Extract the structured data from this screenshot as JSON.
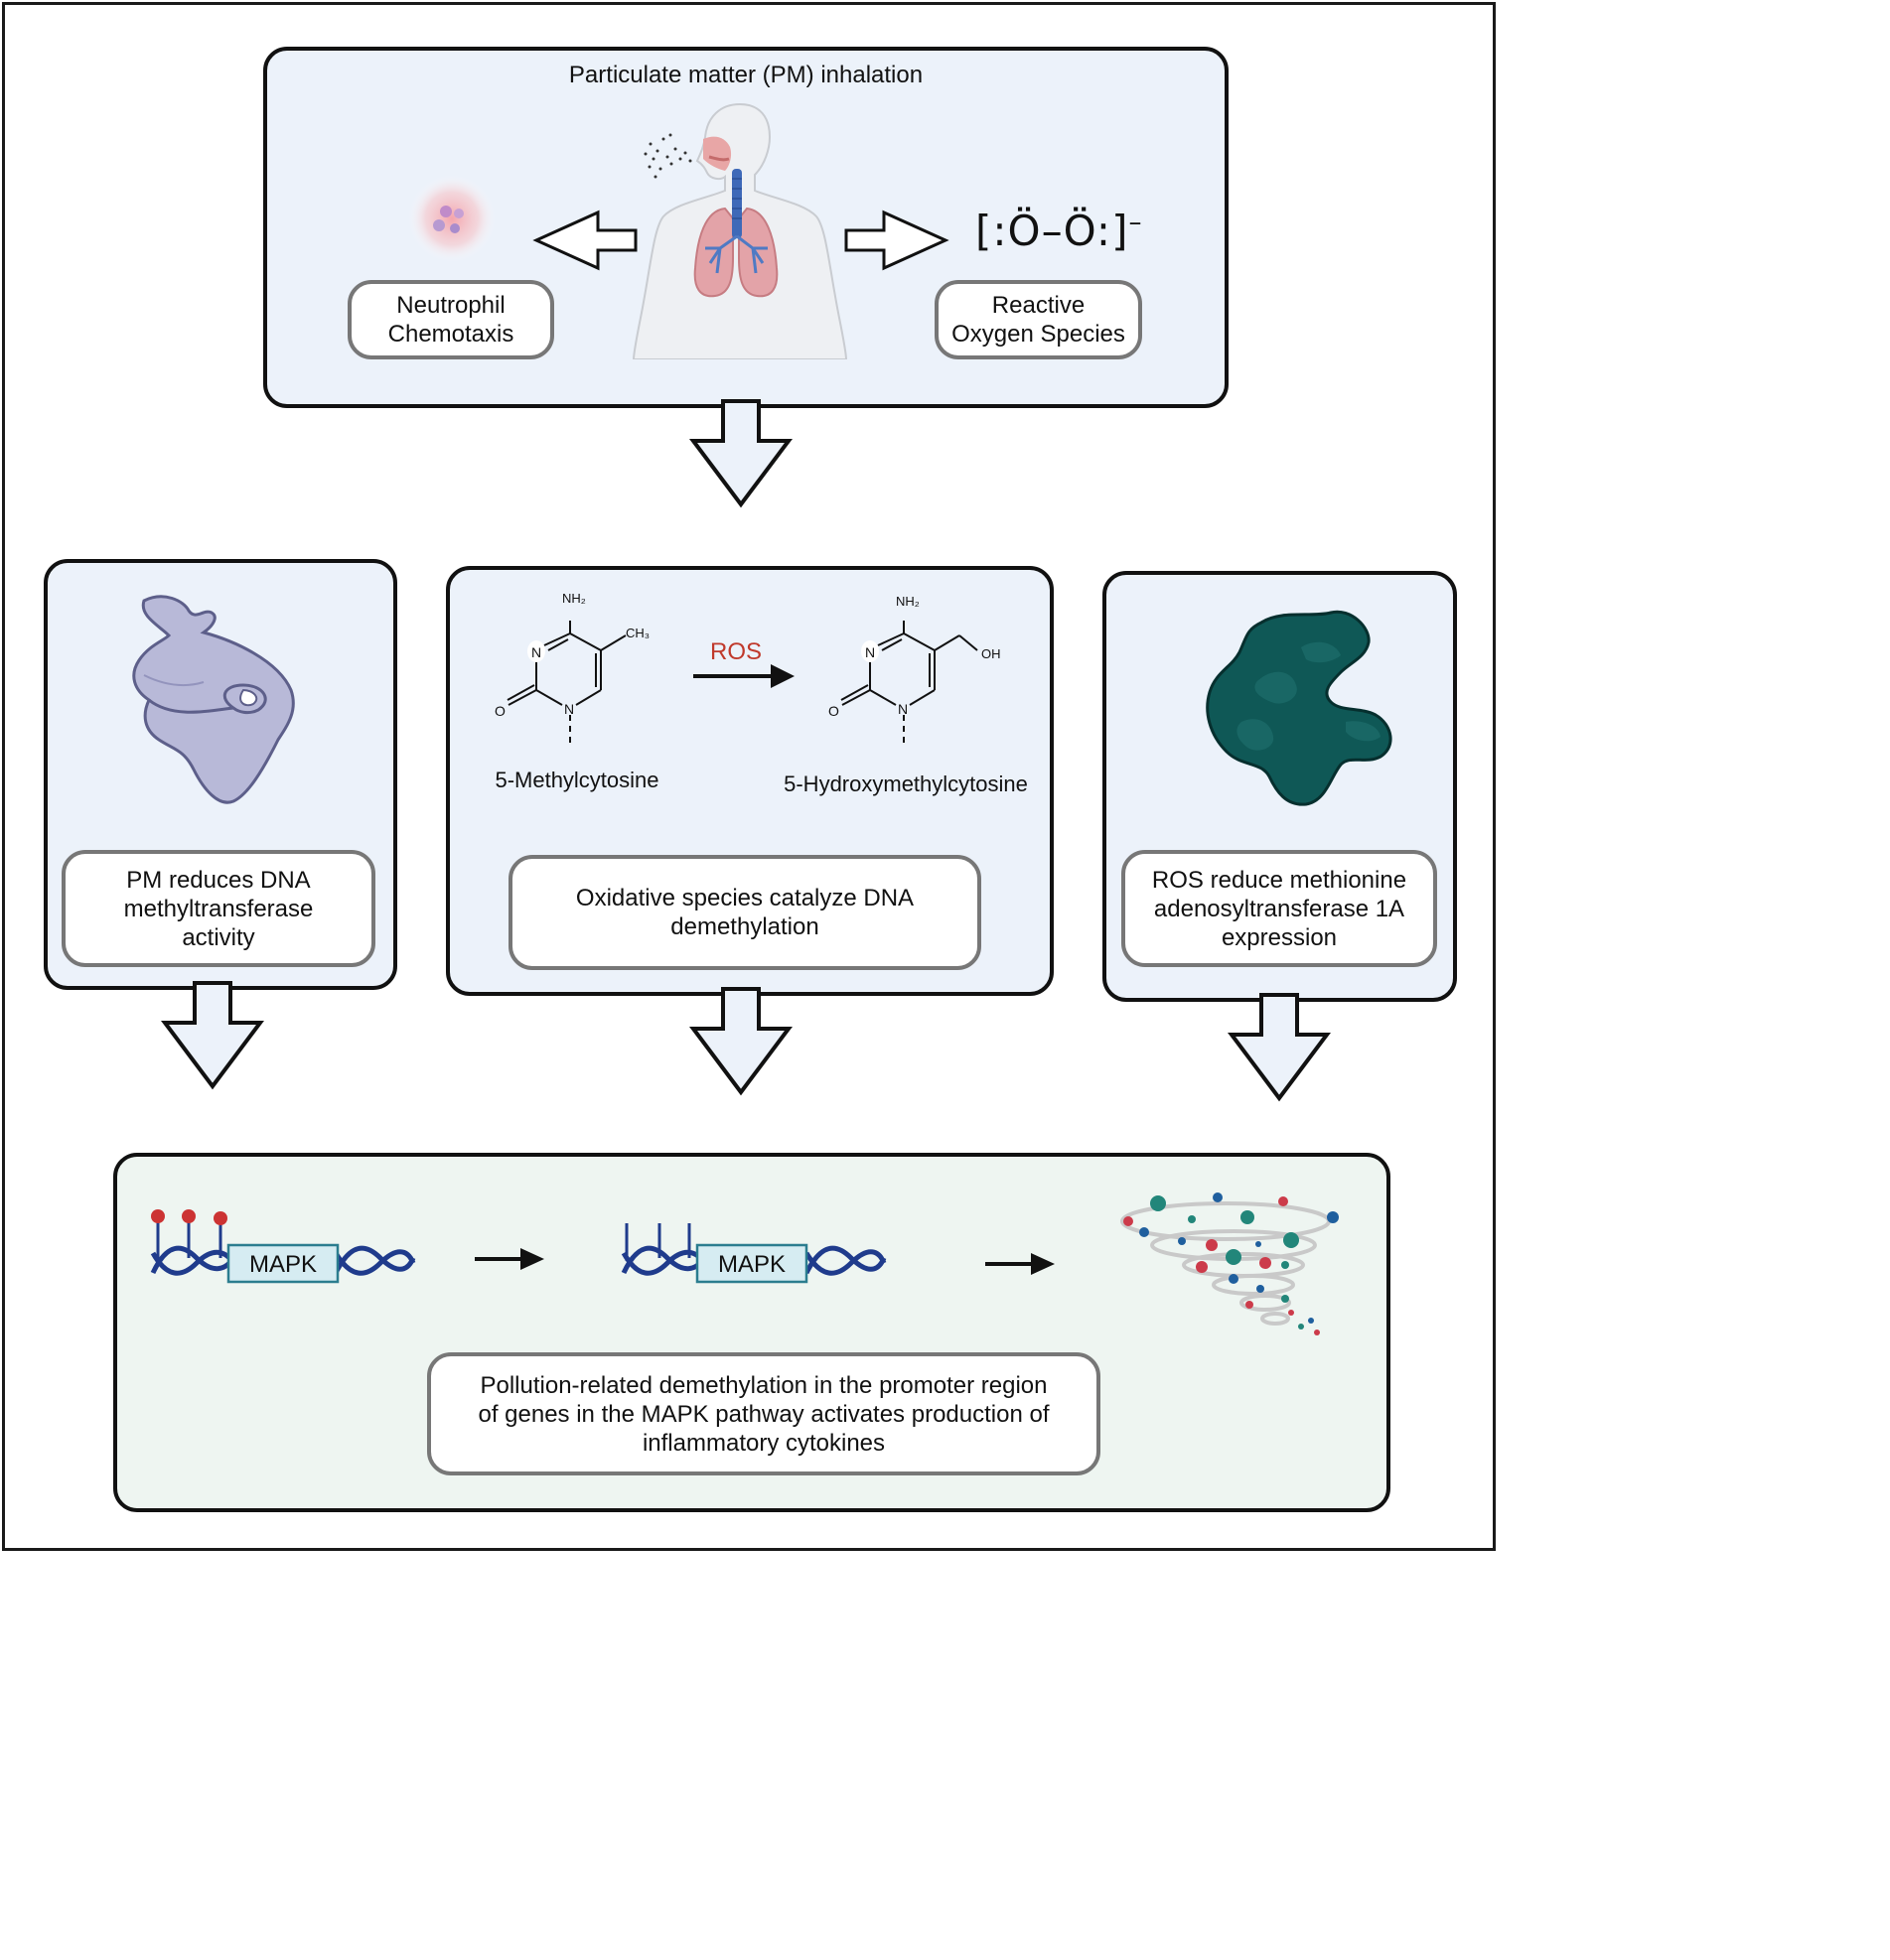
{
  "top": {
    "title": "Particulate matter (PM) inhalation",
    "left_label": "Neutrophil\nChemotaxis",
    "right_label": "Reactive\nOxygen Species",
    "ros_formula": "[:Ö–Ö:]",
    "ros_charge": "–"
  },
  "middle": {
    "left_label": "PM reduces DNA\nmethyltransferase\nactivity",
    "center": {
      "label": "Oxidative species catalyze DNA\ndemethylation",
      "reactant_name": "5-Methylcytosine",
      "product_name": "5-Hydroxymethylcytosine",
      "arrow_label": "ROS",
      "atoms": {
        "nh2": "NH₂",
        "ch3": "CH₃",
        "oh": "OH",
        "n": "N",
        "o": "O"
      }
    },
    "right_label": "ROS reduce methionine\nadenosyltransferase 1A\nexpression"
  },
  "bottom": {
    "gene_label_1": "MAPK",
    "gene_label_2": "MAPK",
    "label": "Pollution-related demethylation in the promoter region\nof genes in the MAPK pathway activates production of\ninflammatory cytokines"
  },
  "colors": {
    "panel_fill": "#ecf2fa",
    "bottom_panel_fill": "#eef5f1",
    "ros_red": "#c0392b",
    "dna_blue": "#1f3b8c",
    "methyl_red": "#cc3333",
    "enzyme_lavender": "#b8b9d8",
    "enzyme_teal": "#0f5856"
  },
  "icons": [
    "human-respiratory-icon",
    "neutrophil-icon",
    "enzyme-dnmt-icon",
    "enzyme-mat1a-icon",
    "methylated-dna-icon",
    "demethylated-dna-icon",
    "cytokine-storm-icon"
  ]
}
